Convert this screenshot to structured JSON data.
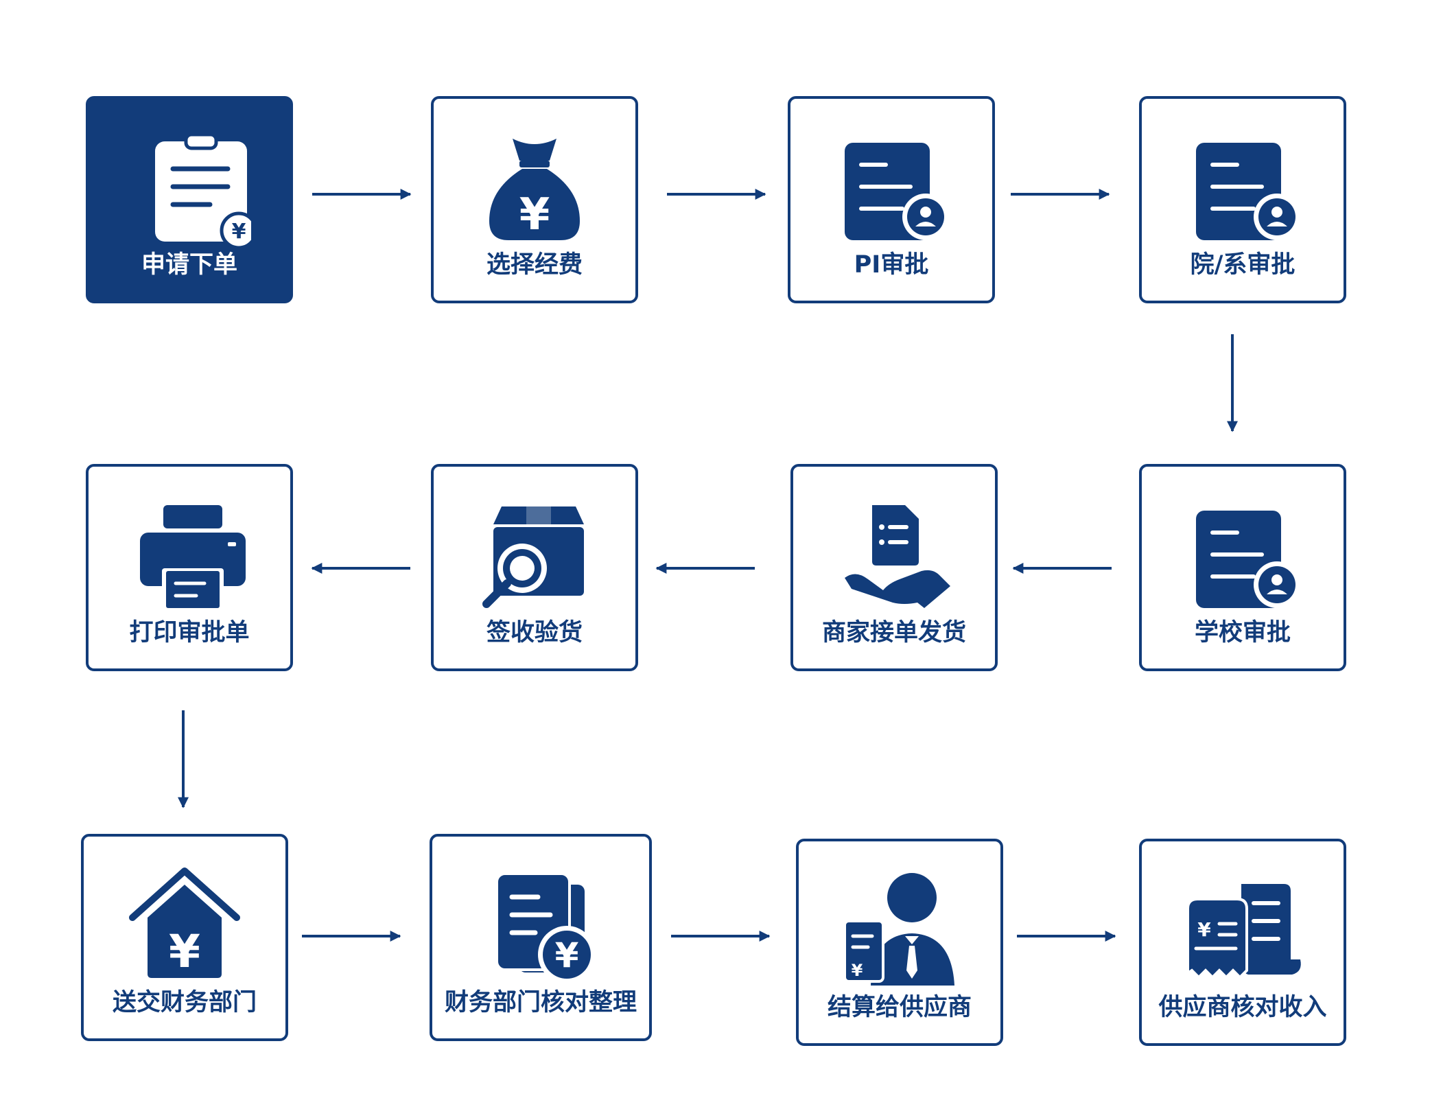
{
  "colors": {
    "primary": "#123c7a",
    "background": "#ffffff"
  },
  "steps": [
    {
      "label": "申请下单",
      "icon": "clipboard-yen-icon"
    },
    {
      "label": "选择经费",
      "icon": "money-bag-icon"
    },
    {
      "label": "PI审批",
      "icon": "document-user-icon"
    },
    {
      "label": "院/系审批",
      "icon": "document-user-icon"
    },
    {
      "label": "学校审批",
      "icon": "document-user-icon"
    },
    {
      "label": "商家接单发货",
      "icon": "hand-document-icon"
    },
    {
      "label": "签收验货",
      "icon": "box-magnifier-icon"
    },
    {
      "label": "打印审批单",
      "icon": "printer-icon"
    },
    {
      "label": "送交财务部门",
      "icon": "house-yen-icon"
    },
    {
      "label": "财务部门核对整理",
      "icon": "documents-yen-icon"
    },
    {
      "label": "结算给供应商",
      "icon": "person-bill-icon"
    },
    {
      "label": "供应商核对收入",
      "icon": "receipt-scroll-icon"
    }
  ]
}
